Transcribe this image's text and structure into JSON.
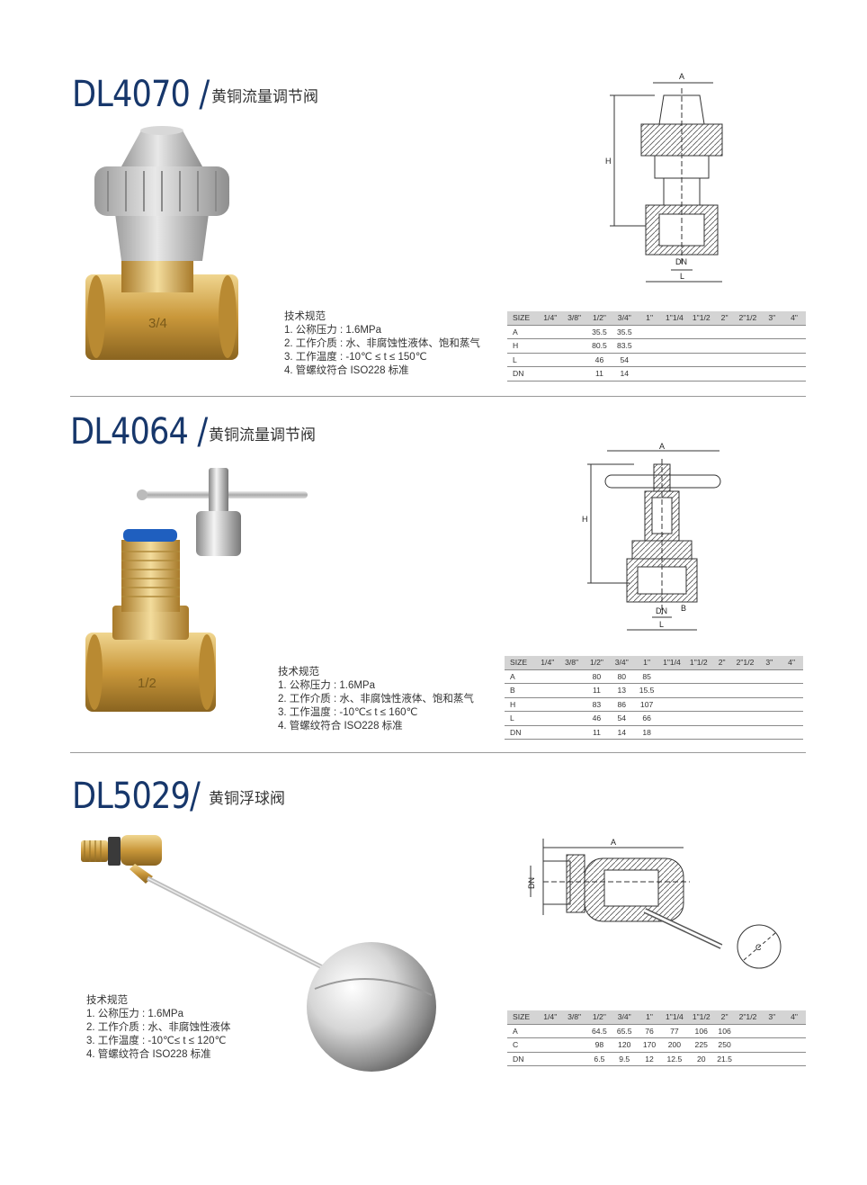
{
  "spec_title": "技术规范",
  "products": [
    {
      "model": "DL4070 /",
      "name": "黄铜流量调节阀",
      "specs": [
        "1. 公称压力 : 1.6MPa",
        "2. 工作介质 : 水、非腐蚀性液体、饱和蒸气",
        "3. 工作温度 : -10℃ ≤ t ≤ 150℃",
        "4. 管螺纹符合 ISO228 标准"
      ],
      "product_marking": "3/4",
      "diagram_labels": [
        "A",
        "H",
        "DN",
        "L"
      ],
      "table": {
        "header": [
          "SIZE",
          "1/4\"",
          "3/8\"",
          "1/2\"",
          "3/4\"",
          "1\"",
          "1\"1/4",
          "1\"1/2",
          "2\"",
          "2\"1/2",
          "3\"",
          "4\""
        ],
        "rows": [
          [
            "A",
            "",
            "",
            "35.5",
            "35.5",
            "",
            "",
            "",
            "",
            "",
            "",
            ""
          ],
          [
            "H",
            "",
            "",
            "80.5",
            "83.5",
            "",
            "",
            "",
            "",
            "",
            "",
            ""
          ],
          [
            "L",
            "",
            "",
            "46",
            "54",
            "",
            "",
            "",
            "",
            "",
            "",
            ""
          ],
          [
            "DN",
            "",
            "",
            "11",
            "14",
            "",
            "",
            "",
            "",
            "",
            "",
            ""
          ]
        ]
      }
    },
    {
      "model": "DL4064 /",
      "name": "黄铜流量调节阀",
      "specs": [
        "1. 公称压力 : 1.6MPa",
        "2. 工作介质 : 水、非腐蚀性液体、饱和蒸气",
        "3. 工作温度 : -10℃≤ t ≤ 160℃",
        "4. 管螺纹符合 ISO228 标准"
      ],
      "product_marking": "1/2",
      "diagram_labels": [
        "A",
        "H",
        "DN",
        "B",
        "L"
      ],
      "table": {
        "header": [
          "SIZE",
          "1/4\"",
          "3/8\"",
          "1/2\"",
          "3/4\"",
          "1\"",
          "1\"1/4",
          "1\"1/2",
          "2\"",
          "2\"1/2",
          "3\"",
          "4\""
        ],
        "rows": [
          [
            "A",
            "",
            "",
            "80",
            "80",
            "85",
            "",
            "",
            "",
            "",
            "",
            ""
          ],
          [
            "B",
            "",
            "",
            "11",
            "13",
            "15.5",
            "",
            "",
            "",
            "",
            "",
            ""
          ],
          [
            "H",
            "",
            "",
            "83",
            "86",
            "107",
            "",
            "",
            "",
            "",
            "",
            ""
          ],
          [
            "L",
            "",
            "",
            "46",
            "54",
            "66",
            "",
            "",
            "",
            "",
            "",
            ""
          ],
          [
            "DN",
            "",
            "",
            "11",
            "14",
            "18",
            "",
            "",
            "",
            "",
            "",
            ""
          ]
        ]
      }
    },
    {
      "model": "DL5029/",
      "name": "黄铜浮球阀",
      "specs": [
        "1. 公称压力 : 1.6MPa",
        "2. 工作介质 : 水、非腐蚀性液体",
        "3. 工作温度 : -10℃≤ t ≤ 120℃",
        "4. 管螺纹符合 ISO228 标准"
      ],
      "diagram_labels": [
        "A",
        "DN",
        "C"
      ],
      "table": {
        "header": [
          "SIZE",
          "1/4\"",
          "3/8\"",
          "1/2\"",
          "3/4\"",
          "1\"",
          "1\"1/4",
          "1\"1/2",
          "2\"",
          "2\"1/2",
          "3\"",
          "4\""
        ],
        "rows": [
          [
            "A",
            "",
            "",
            "64.5",
            "65.5",
            "76",
            "77",
            "106",
            "106",
            "",
            "",
            ""
          ],
          [
            "C",
            "",
            "",
            "98",
            "120",
            "170",
            "200",
            "225",
            "250",
            "",
            "",
            ""
          ],
          [
            "DN",
            "",
            "",
            "6.5",
            "9.5",
            "12",
            "12.5",
            "20",
            "21.5",
            "",
            "",
            ""
          ]
        ]
      }
    }
  ],
  "colors": {
    "model": "#17376b",
    "brass": "#c89a3a",
    "chrome": "#c9c9c9",
    "blue_cap": "#1f5fbf"
  }
}
